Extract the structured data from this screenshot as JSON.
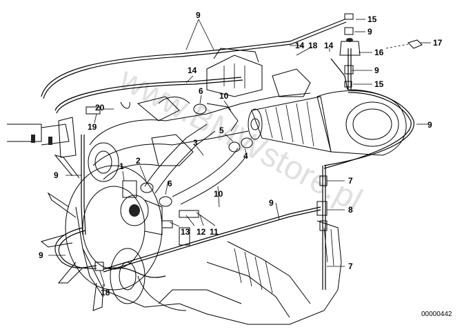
{
  "diagram": {
    "watermark": "www.BMWstore.pl",
    "drawing_code": "00000442",
    "callouts": [
      {
        "id": "c-9-top",
        "text": "9"
      },
      {
        "id": "c-15-top",
        "text": "15"
      },
      {
        "id": "c-9-r1",
        "text": "9"
      },
      {
        "id": "c-17",
        "text": "17"
      },
      {
        "id": "c-14-a",
        "text": "14"
      },
      {
        "id": "c-18-top",
        "text": "18"
      },
      {
        "id": "c-14-b",
        "text": "14"
      },
      {
        "id": "c-16",
        "text": "16"
      },
      {
        "id": "c-9-r2",
        "text": "9"
      },
      {
        "id": "c-14-c",
        "text": "14"
      },
      {
        "id": "c-15-mid",
        "text": "15"
      },
      {
        "id": "c-6-top",
        "text": "6"
      },
      {
        "id": "c-10-top",
        "text": "10"
      },
      {
        "id": "c-20",
        "text": "20"
      },
      {
        "id": "c-19",
        "text": "19"
      },
      {
        "id": "c-9-far-r",
        "text": "9"
      },
      {
        "id": "c-5",
        "text": "5"
      },
      {
        "id": "c-3",
        "text": "3"
      },
      {
        "id": "c-4",
        "text": "4"
      },
      {
        "id": "c-1",
        "text": "1"
      },
      {
        "id": "c-2",
        "text": "2"
      },
      {
        "id": "c-9-left",
        "text": "9"
      },
      {
        "id": "c-6-mid",
        "text": "6"
      },
      {
        "id": "c-7-top",
        "text": "7"
      },
      {
        "id": "c-10-mid",
        "text": "10"
      },
      {
        "id": "c-9-mid",
        "text": "9"
      },
      {
        "id": "c-8",
        "text": "8"
      },
      {
        "id": "c-13",
        "text": "13"
      },
      {
        "id": "c-12",
        "text": "12"
      },
      {
        "id": "c-11",
        "text": "11"
      },
      {
        "id": "c-9-low",
        "text": "9"
      },
      {
        "id": "c-7-bot",
        "text": "7"
      },
      {
        "id": "c-18-bot",
        "text": "18"
      }
    ]
  }
}
